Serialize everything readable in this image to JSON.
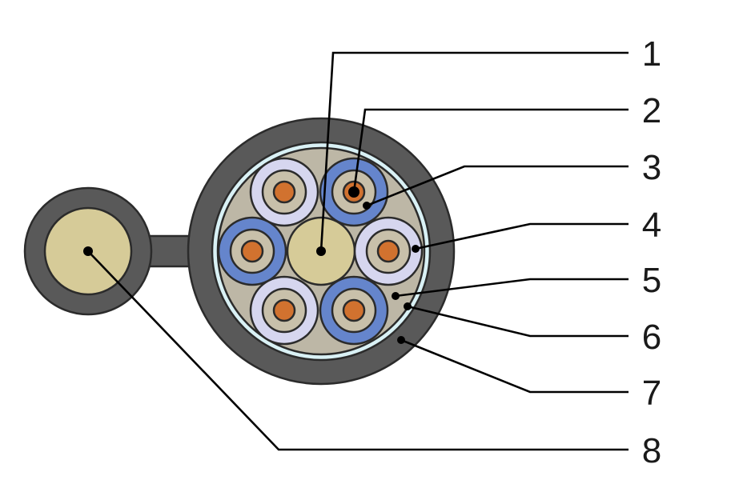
{
  "figure": {
    "colors": {
      "sheath": "#595959",
      "strength_member": "#d6cb98",
      "filler": "#bdb7a6",
      "tape": "#d9f1f5",
      "copper": "#d1722f",
      "insulation": "#c8c0aa",
      "blue_jacket": "#6585cc",
      "white_jacket": "#d6d6ef",
      "outline": "#2b2b2b"
    },
    "callouts": [
      {
        "label": "1"
      },
      {
        "label": "2"
      },
      {
        "label": "3"
      },
      {
        "label": "4"
      },
      {
        "label": "5"
      },
      {
        "label": "6"
      },
      {
        "label": "7"
      },
      {
        "label": "8"
      }
    ]
  }
}
